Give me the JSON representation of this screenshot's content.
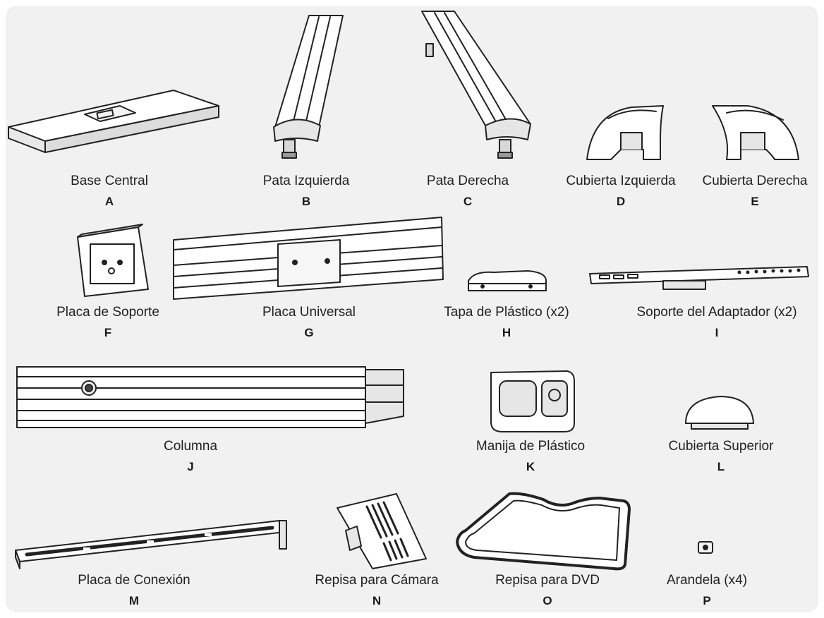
{
  "parts": [
    {
      "label": "Base Central",
      "letter": "A"
    },
    {
      "label": "Pata Izquierda",
      "letter": "B"
    },
    {
      "label": "Pata Derecha",
      "letter": "C"
    },
    {
      "label": "Cubierta Izquierda",
      "letter": "D"
    },
    {
      "label": "Cubierta Derecha",
      "letter": "E"
    },
    {
      "label": "Placa de Soporte",
      "letter": "F"
    },
    {
      "label": "Placa Universal",
      "letter": "G"
    },
    {
      "label": "Tapa de Plástico (x2)",
      "letter": "H"
    },
    {
      "label": "Soporte del Adaptador (x2)",
      "letter": "I"
    },
    {
      "label": "Columna",
      "letter": "J"
    },
    {
      "label": "Manija de Plástico",
      "letter": "K"
    },
    {
      "label": "Cubierta Superior",
      "letter": "L"
    },
    {
      "label": "Placa de Conexión",
      "letter": "M"
    },
    {
      "label": "Repisa para Cámara",
      "letter": "N"
    },
    {
      "label": "Repisa para DVD",
      "letter": "O"
    },
    {
      "label": "Arandela (x4)",
      "letter": "P"
    }
  ]
}
